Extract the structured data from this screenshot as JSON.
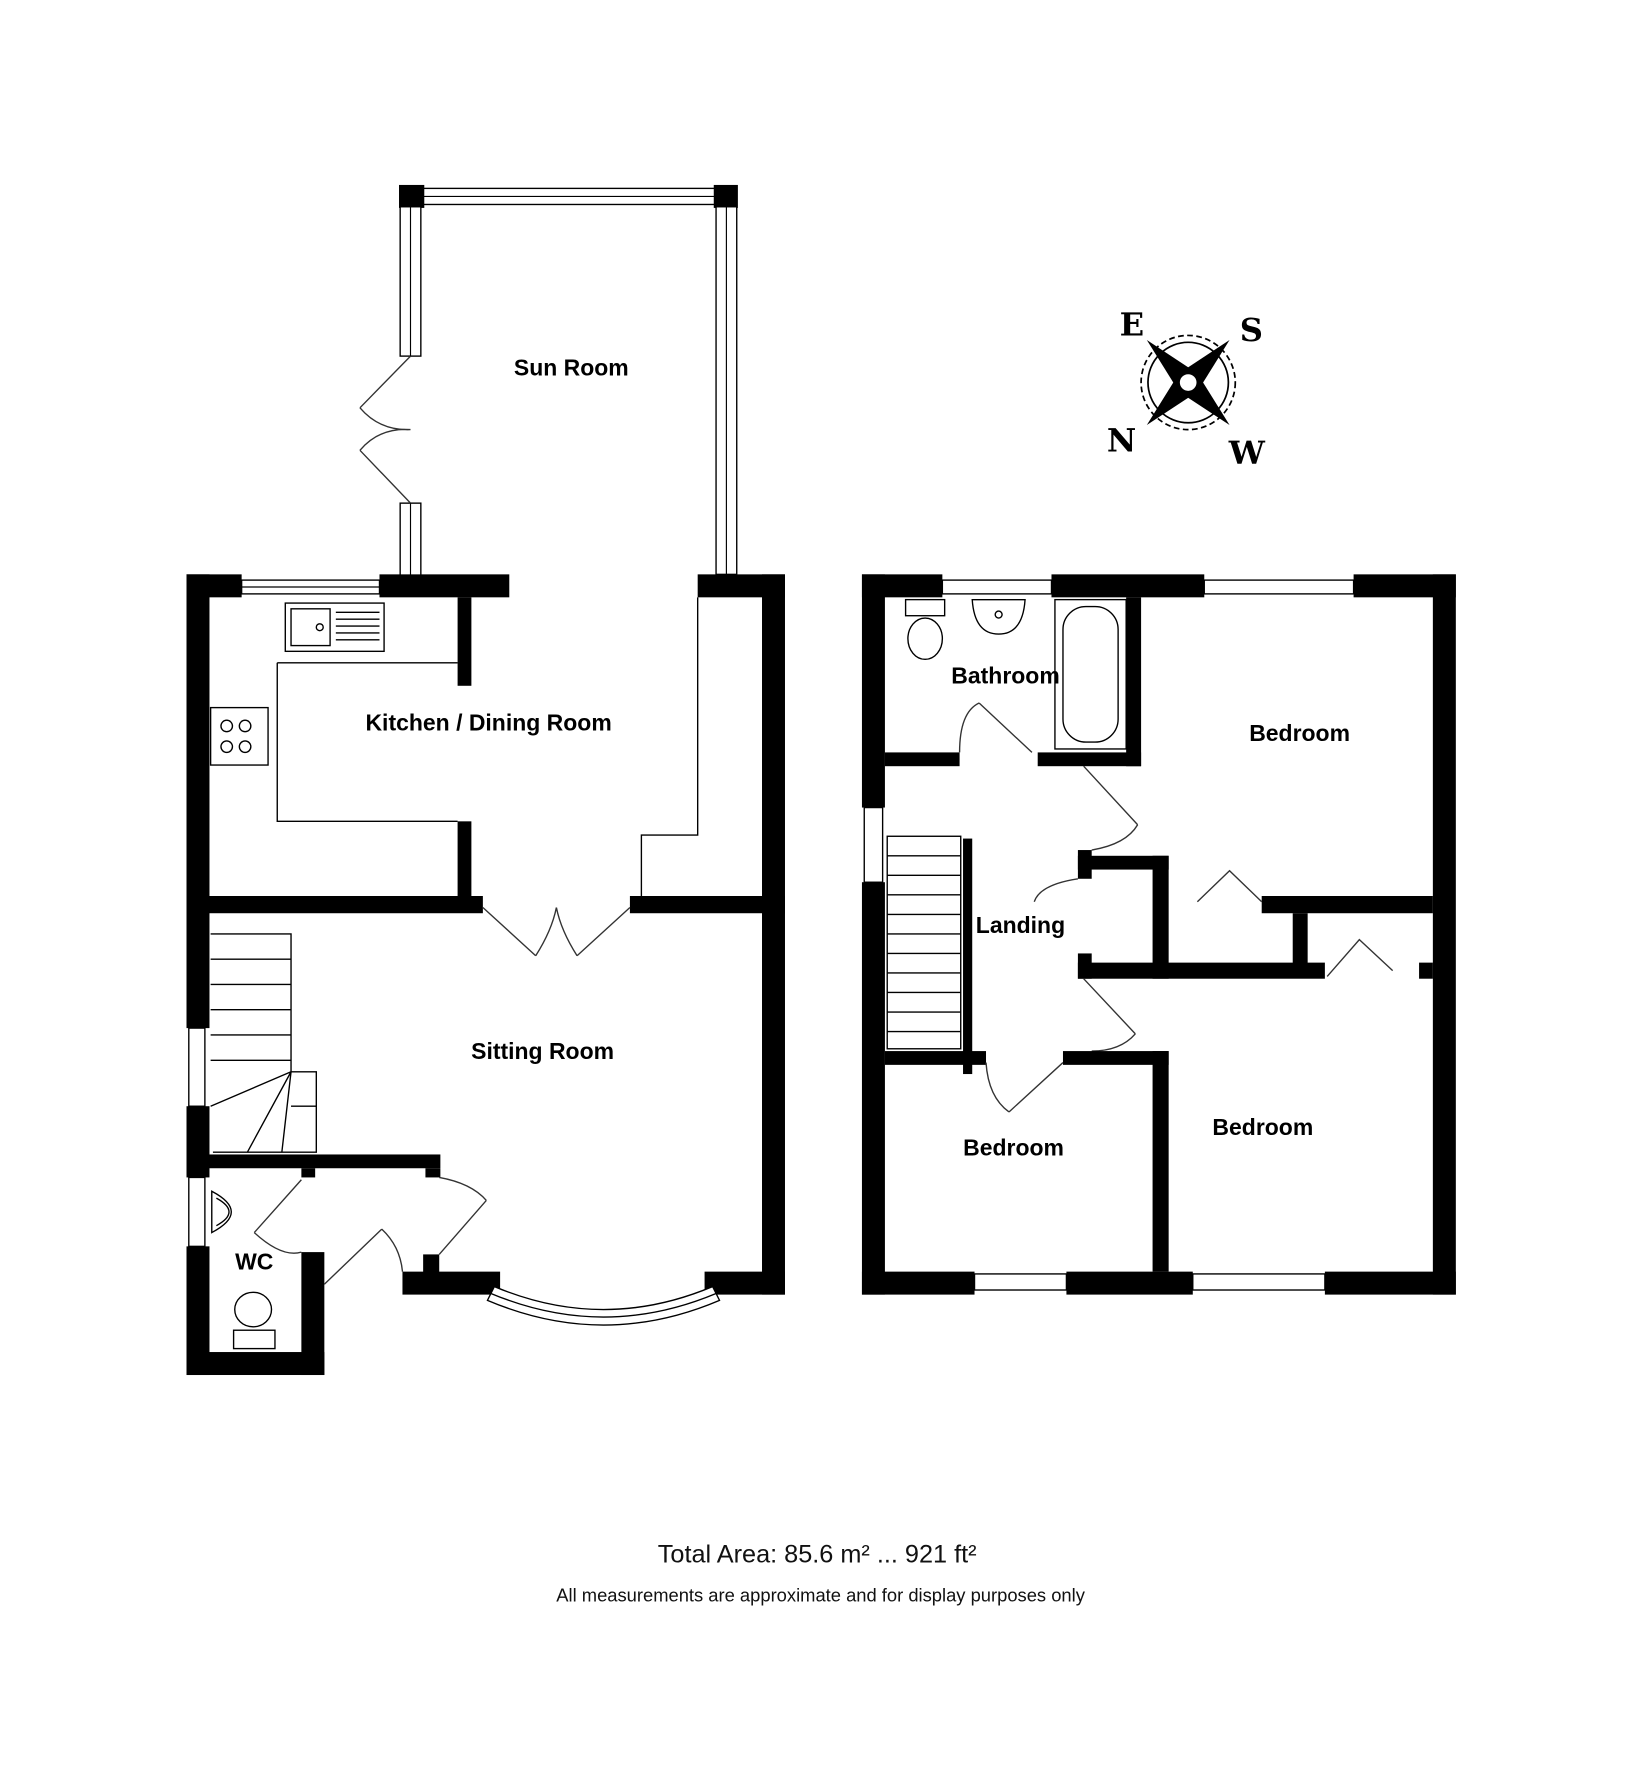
{
  "rooms": {
    "sun_room": "Sun Room",
    "kitchen_dining": "Kitchen / Dining Room",
    "sitting_room": "Sitting Room",
    "wc": "WC",
    "bathroom": "Bathroom",
    "bedroom_1": "Bedroom",
    "landing": "Landing",
    "bedroom_2": "Bedroom",
    "bedroom_3": "Bedroom"
  },
  "compass": {
    "top_left": "E",
    "top_right": "S",
    "bottom_left": "N",
    "bottom_right": "W"
  },
  "footer": {
    "total_area": "Total Area: 85.6 m² ... 921 ft²",
    "disclaimer": "All measurements are approximate and for display purposes only"
  }
}
